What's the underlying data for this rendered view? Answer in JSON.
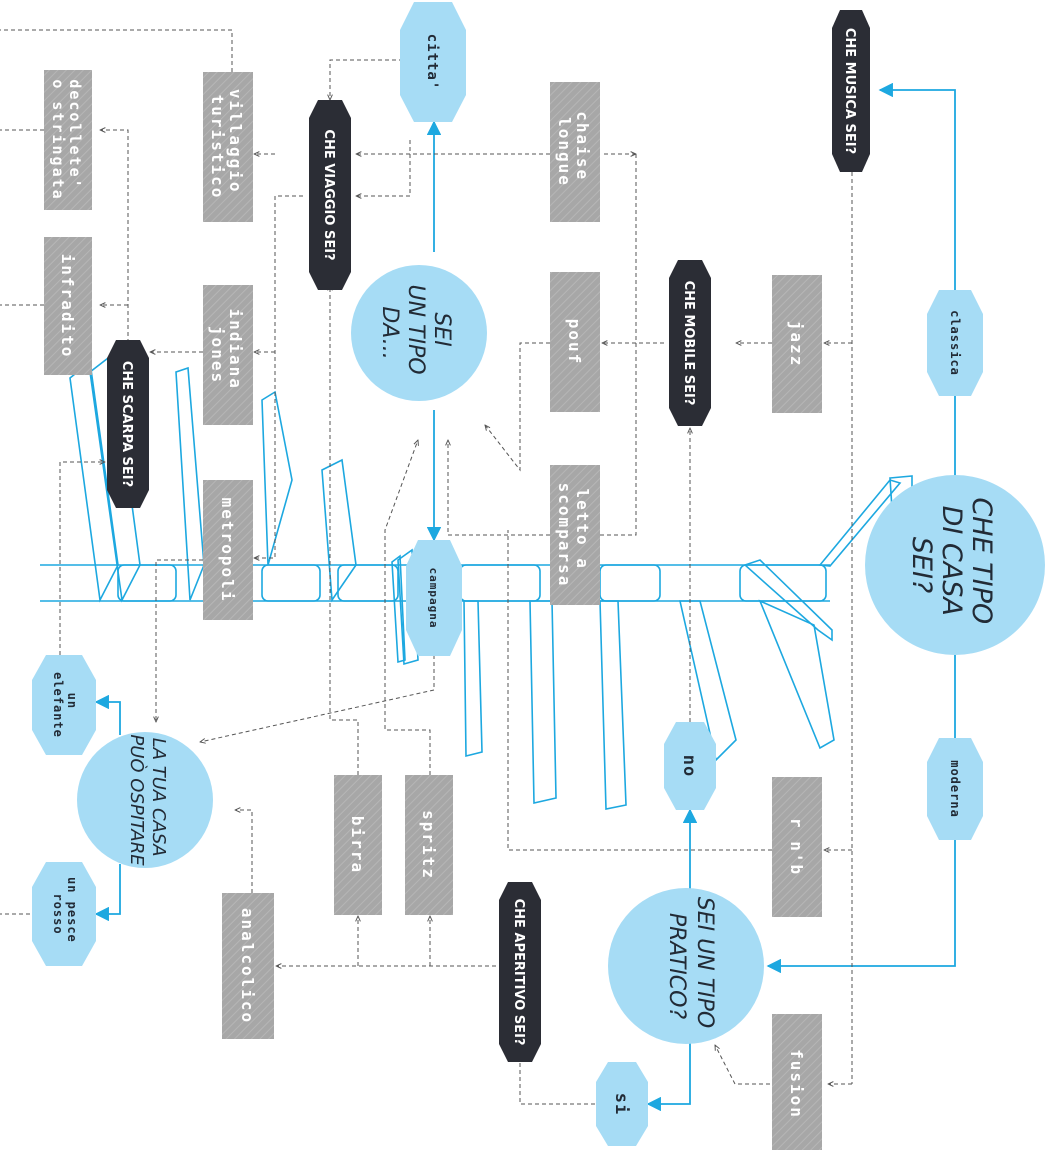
{
  "colors": {
    "light_blue": "#a6dcf5",
    "accent_blue": "#1da8e0",
    "dark_pill": "#2b2d35",
    "gray_box": "#a7a7a7",
    "dashed": "#555555"
  },
  "questions": {
    "main": "CHE TIPO DI CASA SEI?",
    "tipo": "SEI UN TIPO DA...",
    "pratico": "SEI UN TIPO PRATICO?",
    "ospitare": "LA TUA CASA PUÒ OSPITARE"
  },
  "dark_pills": {
    "musica": "CHE MUSICA SEI?",
    "viaggio": "CHE VIAGGIO SEI?",
    "mobile": "CHE MOBILE SEI?",
    "scarpa": "CHE SCARPA SEI?",
    "aperitivo": "CHE APERITIVO SEI?"
  },
  "options": {
    "citta": "citta'",
    "classica": "classica",
    "moderna": "moderna",
    "campagna": "campagna",
    "no": "no",
    "si": "si",
    "elefante": "un elefante",
    "pesce": "un pesce rosso"
  },
  "gray_boxes": {
    "decollete": "decollete' o stringata",
    "villaggio": "villaggio turistico",
    "chaise": "chaise longue",
    "infradito": "infradito",
    "indiana": "indiana jones",
    "pouf": "pouf",
    "jazz": "jazz",
    "metropoli": "metropoli",
    "letto": "letto a scomparsa",
    "rnb": "r n'b",
    "birra": "birra",
    "spritz": "spritz",
    "analcolico": "analcolico",
    "fusion": "fusion"
  }
}
